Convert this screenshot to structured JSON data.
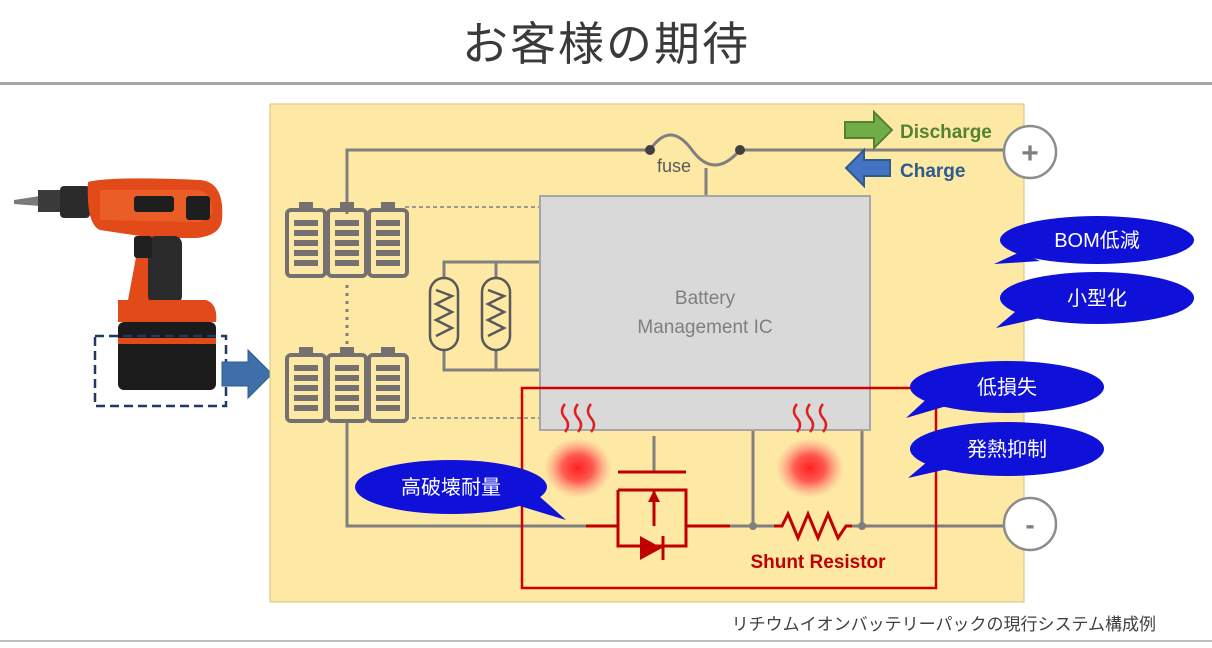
{
  "title": "お客様の期待",
  "diagram": {
    "fuse_label": "fuse",
    "discharge_label": "Discharge",
    "charge_label": "Charge",
    "plus_terminal": "+",
    "minus_terminal": "-",
    "ic_label_line1": "Battery",
    "ic_label_line2": "Management IC",
    "shunt_label": "Shunt Resistor",
    "bubbles": {
      "bom": "BOM低減",
      "size": "小型化",
      "loss": "低損失",
      "heat": "発熱抑制",
      "robust": "高破壊耐量"
    }
  },
  "caption": "リチウムイオンバッテリーパックの現行システム構成例",
  "colors": {
    "panel_bg": "#fde9a4",
    "wire": "#7f7f7f",
    "battery": "#767171",
    "ic_fill": "#d9d9d9",
    "highlight_red": "#c00000",
    "bubble_blue": "#0f11d8",
    "discharge_green": "#548235",
    "charge_blue": "#2e5b8e"
  }
}
